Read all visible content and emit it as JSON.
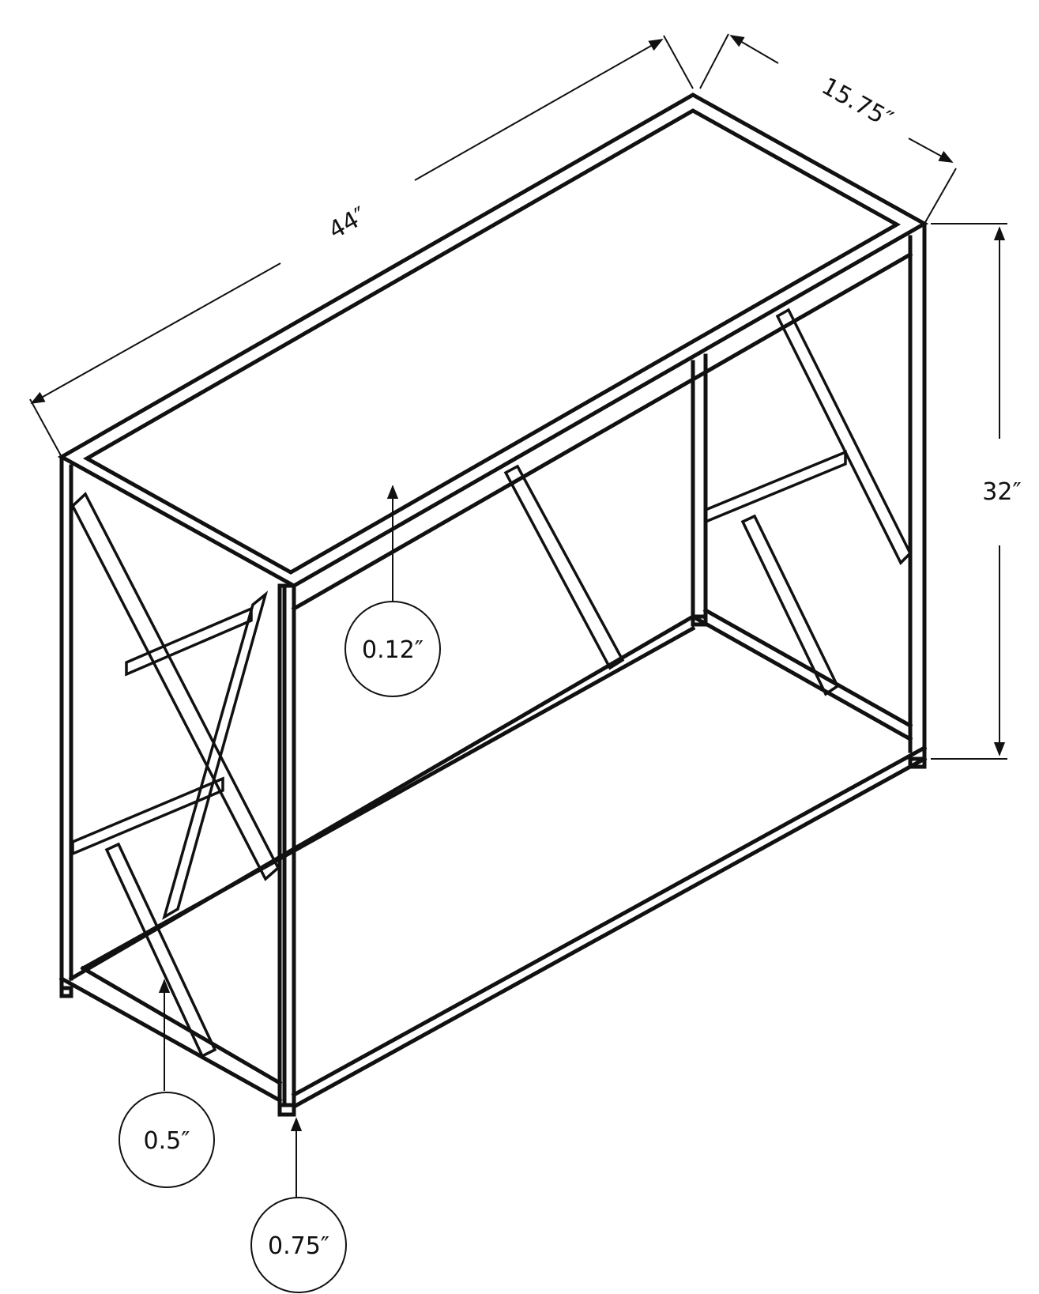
{
  "dimensions": {
    "width": "44″",
    "depth": "15.75″",
    "height": "32″"
  },
  "callouts": {
    "tube_wall": "0.12″",
    "leg_offset": "0.5″",
    "tube_size": "0.75″"
  },
  "colors": {
    "line": "#111111",
    "background": "#ffffff"
  }
}
